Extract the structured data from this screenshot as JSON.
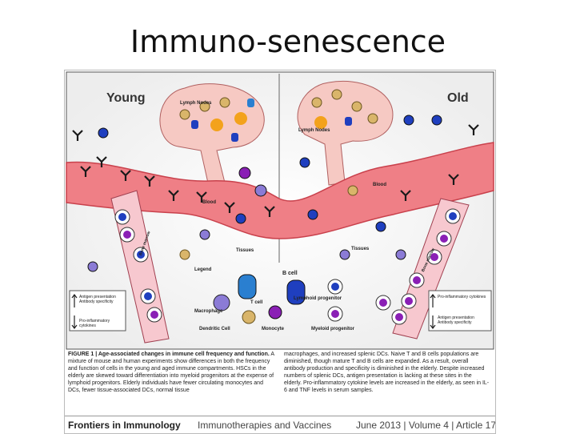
{
  "slide": {
    "title": "Immuno-senescence"
  },
  "figure": {
    "panel_young": "Young",
    "panel_old": "Old",
    "young_lymph_nodes": "Lymph Nodes",
    "old_lymph_nodes": "Lymph Nodes",
    "young_blood": "Blood",
    "old_blood": "Blood",
    "young_tissues": "Tissues",
    "old_tissues": "Tissues",
    "young_bone_marrow": "Bone marrow",
    "old_bone_marrow": "Bone marrow",
    "left_arrow_up": "Antigen presentation Antibody specificity",
    "left_arrow_down": "Pro-inflammatory cytokines",
    "right_arrow_up": "Pro-inflammatory cytokines",
    "right_arrow_down": "Antigen presentation Antibody specificity",
    "legend": {
      "title": "Legend",
      "b_cell": "B cell",
      "t_cell": "T cell",
      "macrophage": "Macrophage",
      "lymphoid_progenitor": "Lymphoid progenitor",
      "dendritic_cell": "Dendritic Cell",
      "monocyte": "Monocyte",
      "myeloid_progenitor": "Myeloid progenitor"
    },
    "caption": {
      "heading": "FIGURE 1 | Age-associated changes in immune cell frequency and function.",
      "left_text": "A mixture of mouse and human experiments show differences in both the frequency and function of cells in the young and aged immune compartments. HSCs in the elderly are skewed toward differentiation into myeloid progenitors at the expense of lymphoid progenitors. Elderly individuals have fewer circulating monocytes and DCs, fewer tissue-associated DCs, normal tissue",
      "right_text": "macrophages, and increased splenic DCs. Naive T and B cells populations are diminished, though mature T and B cells are expanded. As a result, overall antibody production and specificity is diminished in the elderly. Despite increased numbers of splenic DCs, antigen presentation is lacking at these sites in the elderly. Pro-inflammatory cytokine levels are increased in the elderly, as seen in IL-6 and TNF levels in serum samples."
    },
    "footer": {
      "journal": "Frontiers in Immunology",
      "section": "Immunotherapies and Vaccines",
      "issue": "June 2013 | Volume 4 | Article 171"
    },
    "colors": {
      "vessel": "#ef7f86",
      "vessel_dark": "#c9414c",
      "node": "#f6c9c3",
      "marrow": "#f7c8cf",
      "b_cell": "#1f3fbf",
      "t_cell": "#2a7fd0",
      "myeloid": "#8a1fb5",
      "macrophage": "#8b7bd6",
      "dendritic": "#d9b56a",
      "antibody": "#1a1a1a",
      "orange": "#f3a21c"
    }
  }
}
